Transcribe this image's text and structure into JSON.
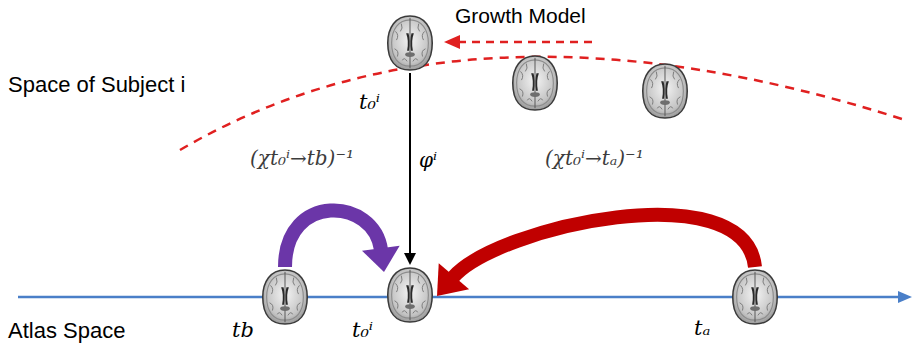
{
  "diagram": {
    "nodes": [
      {
        "text": [
          "t₀ⁱ"
        ]
      },
      {
        "text": [
          "tb"
        ]
      },
      {
        "text": [
          "t₀ⁱ"
        ]
      },
      {
        "text": [
          "tₐ"
        ]
      }
    ],
    "edges": [
      {
        "from": 0,
        "to": 2,
        "label": "φⁱ",
        "arrow": "to"
      },
      {
        "from": 1,
        "to": 2,
        "label": "(χt₀ⁱ→tb)⁻¹",
        "arrow": "to"
      },
      {
        "from": 3,
        "to": 2,
        "label": "(χt₀ⁱ→tₐ)⁻¹",
        "arrow": "to"
      }
    ],
    "labels": [
      "Growth Model",
      "Space of Subject i",
      "Atlas Space"
    ]
  }
}
